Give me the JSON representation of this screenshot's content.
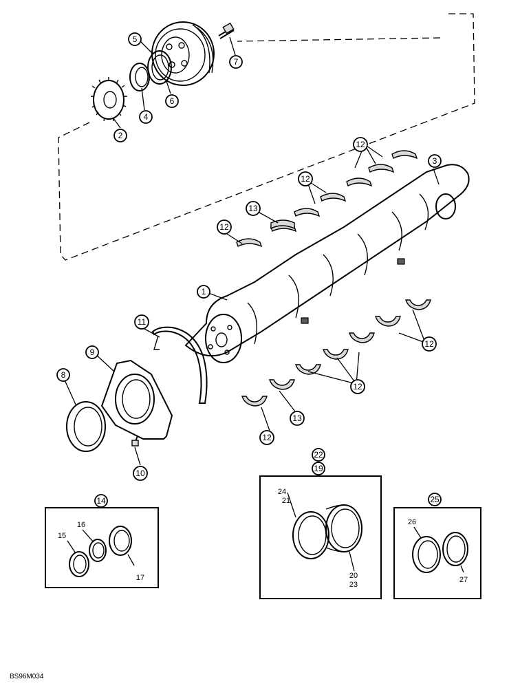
{
  "drawing_code": "BS96M034",
  "callouts": {
    "c1": "1",
    "c2": "2",
    "c3": "3",
    "c4": "4",
    "c5": "5",
    "c6": "6",
    "c7": "7",
    "c8": "8",
    "c9": "9",
    "c10": "10",
    "c11": "11",
    "c12a": "12",
    "c12b": "12",
    "c12c": "12",
    "c12d": "12",
    "c12e": "12",
    "c12f": "12",
    "c13a": "13",
    "c13b": "13",
    "c14": "14",
    "c19": "19",
    "c22": "22",
    "c25": "25"
  },
  "box14": {
    "l15": "15",
    "l16": "16",
    "l17": "17"
  },
  "box19": {
    "l24": "24",
    "l21": "21",
    "l20": "20",
    "l23": "23"
  },
  "box25": {
    "l26": "26",
    "l27": "27"
  }
}
